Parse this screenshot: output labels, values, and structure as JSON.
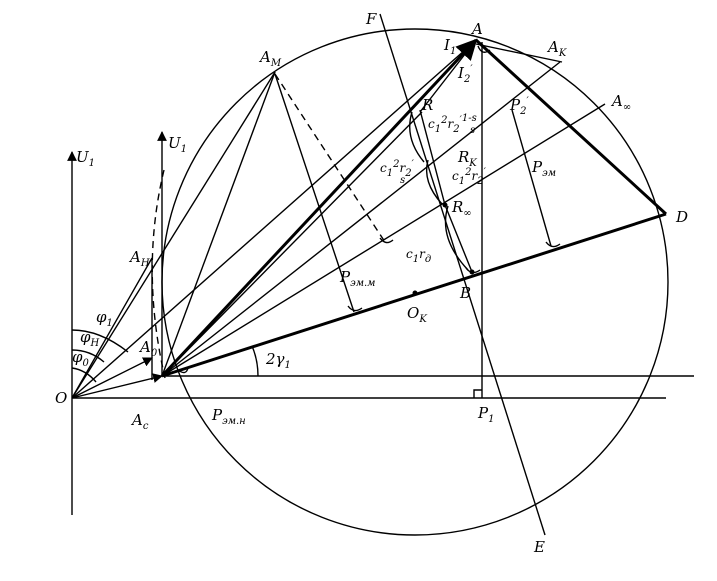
{
  "labels": {
    "O": "O",
    "A": "A",
    "D": "D",
    "E": "E",
    "F": "F",
    "B": "B",
    "R": "R",
    "Rk": "R",
    "Rk_sub": "K",
    "Rinf": "R",
    "Rinf_sub": "∞",
    "Am": "A",
    "Am_sub": "M",
    "Ak": "A",
    "Ak_sub": "K",
    "Ainf": "A",
    "Ainf_sub": "∞",
    "Ah": "A",
    "Ah_sub": "H",
    "A0": "A",
    "A0_sub": "0",
    "Ac": "A",
    "Ac_sub": "c",
    "Ok": "O",
    "Ok_sub": "K",
    "P1": "P",
    "P1_sub": "1",
    "U1_left": "U",
    "U1_left_sub": "1",
    "U1_mid": "U",
    "U1_mid_sub": "1",
    "I1": "I",
    "I1_sub": "1",
    "I2": "I",
    "I2_sub": "2",
    "I2_sup": "′",
    "P2": "P",
    "P2_sub": "2",
    "P2_sup": "′",
    "Pem": "P",
    "Pem_sub": "эм",
    "Pemm": "P",
    "Pemm_sub": "эм.м",
    "Pemn": "P",
    "Pemn_sub": "эм.н",
    "phi1": "φ",
    "phi1_sub": "1",
    "phiH": "φ",
    "phiH_sub": "H",
    "phi0": "φ",
    "phi0_sub": "0",
    "gamma": "2γ",
    "gamma_sub": "1",
    "c1rd": "c",
    "c1rd_sub1": "1",
    "c1rd_r": "r",
    "c1rd_sub2": "д",
    "seg1_main": "c",
    "seg1_s1": "1",
    "seg1_sup": "2",
    "seg1_r": "r",
    "seg1_s2": "2",
    "seg1_rsup": "′",
    "seg1_frac": "1-s",
    "seg1_den": "s",
    "seg2_main": "c",
    "seg2_s1": "1",
    "seg2_sup": "2",
    "seg2_r": "r",
    "seg2_s2": "2",
    "seg2_rsup": "′",
    "seg2_den": "s",
    "seg3_main": "c",
    "seg3_s1": "1",
    "seg3_sup": "2",
    "seg3_r": "r",
    "seg3_s2": "2",
    "seg3_rsup": "′"
  }
}
